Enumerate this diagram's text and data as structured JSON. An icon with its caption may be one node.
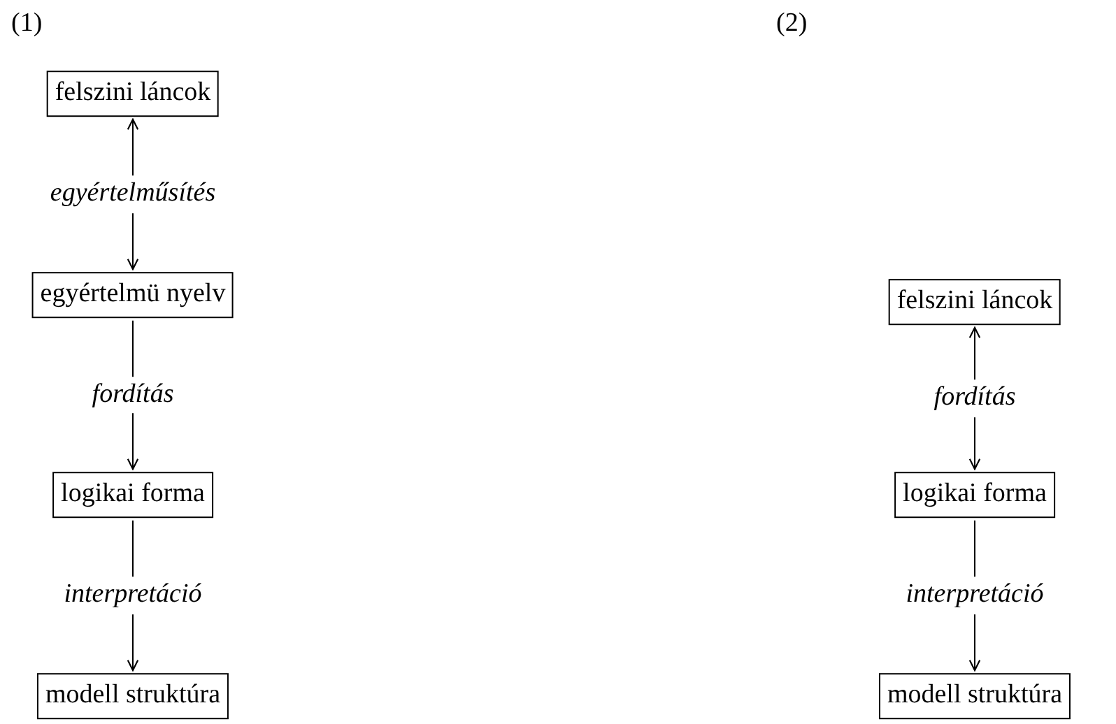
{
  "diagram": {
    "nodes": [
      {
        "text": [
          "felszini láncok"
        ]
      },
      {
        "text": [
          "egyértelmü nyelv"
        ]
      },
      {
        "text": [
          "logikai forma"
        ]
      },
      {
        "text": [
          "modell struktúra"
        ]
      },
      {
        "text": [
          "felszini láncok"
        ]
      },
      {
        "text": [
          "logikai forma"
        ]
      },
      {
        "text": [
          "modell struktúra"
        ]
      }
    ],
    "edges": [
      {
        "from": 0,
        "to": 1,
        "arrow": "both",
        "label": "egyértelműsítés"
      },
      {
        "from": 1,
        "to": 2,
        "arrow": "to",
        "label": "fordítás"
      },
      {
        "from": 2,
        "to": 3,
        "arrow": "to",
        "label": "interpretáció"
      },
      {
        "from": 4,
        "to": 5,
        "arrow": "both",
        "label": "fordítás"
      },
      {
        "from": 5,
        "to": 6,
        "arrow": "to",
        "label": "interpretáció"
      }
    ],
    "labels": [
      "(1)",
      "(2)"
    ]
  }
}
